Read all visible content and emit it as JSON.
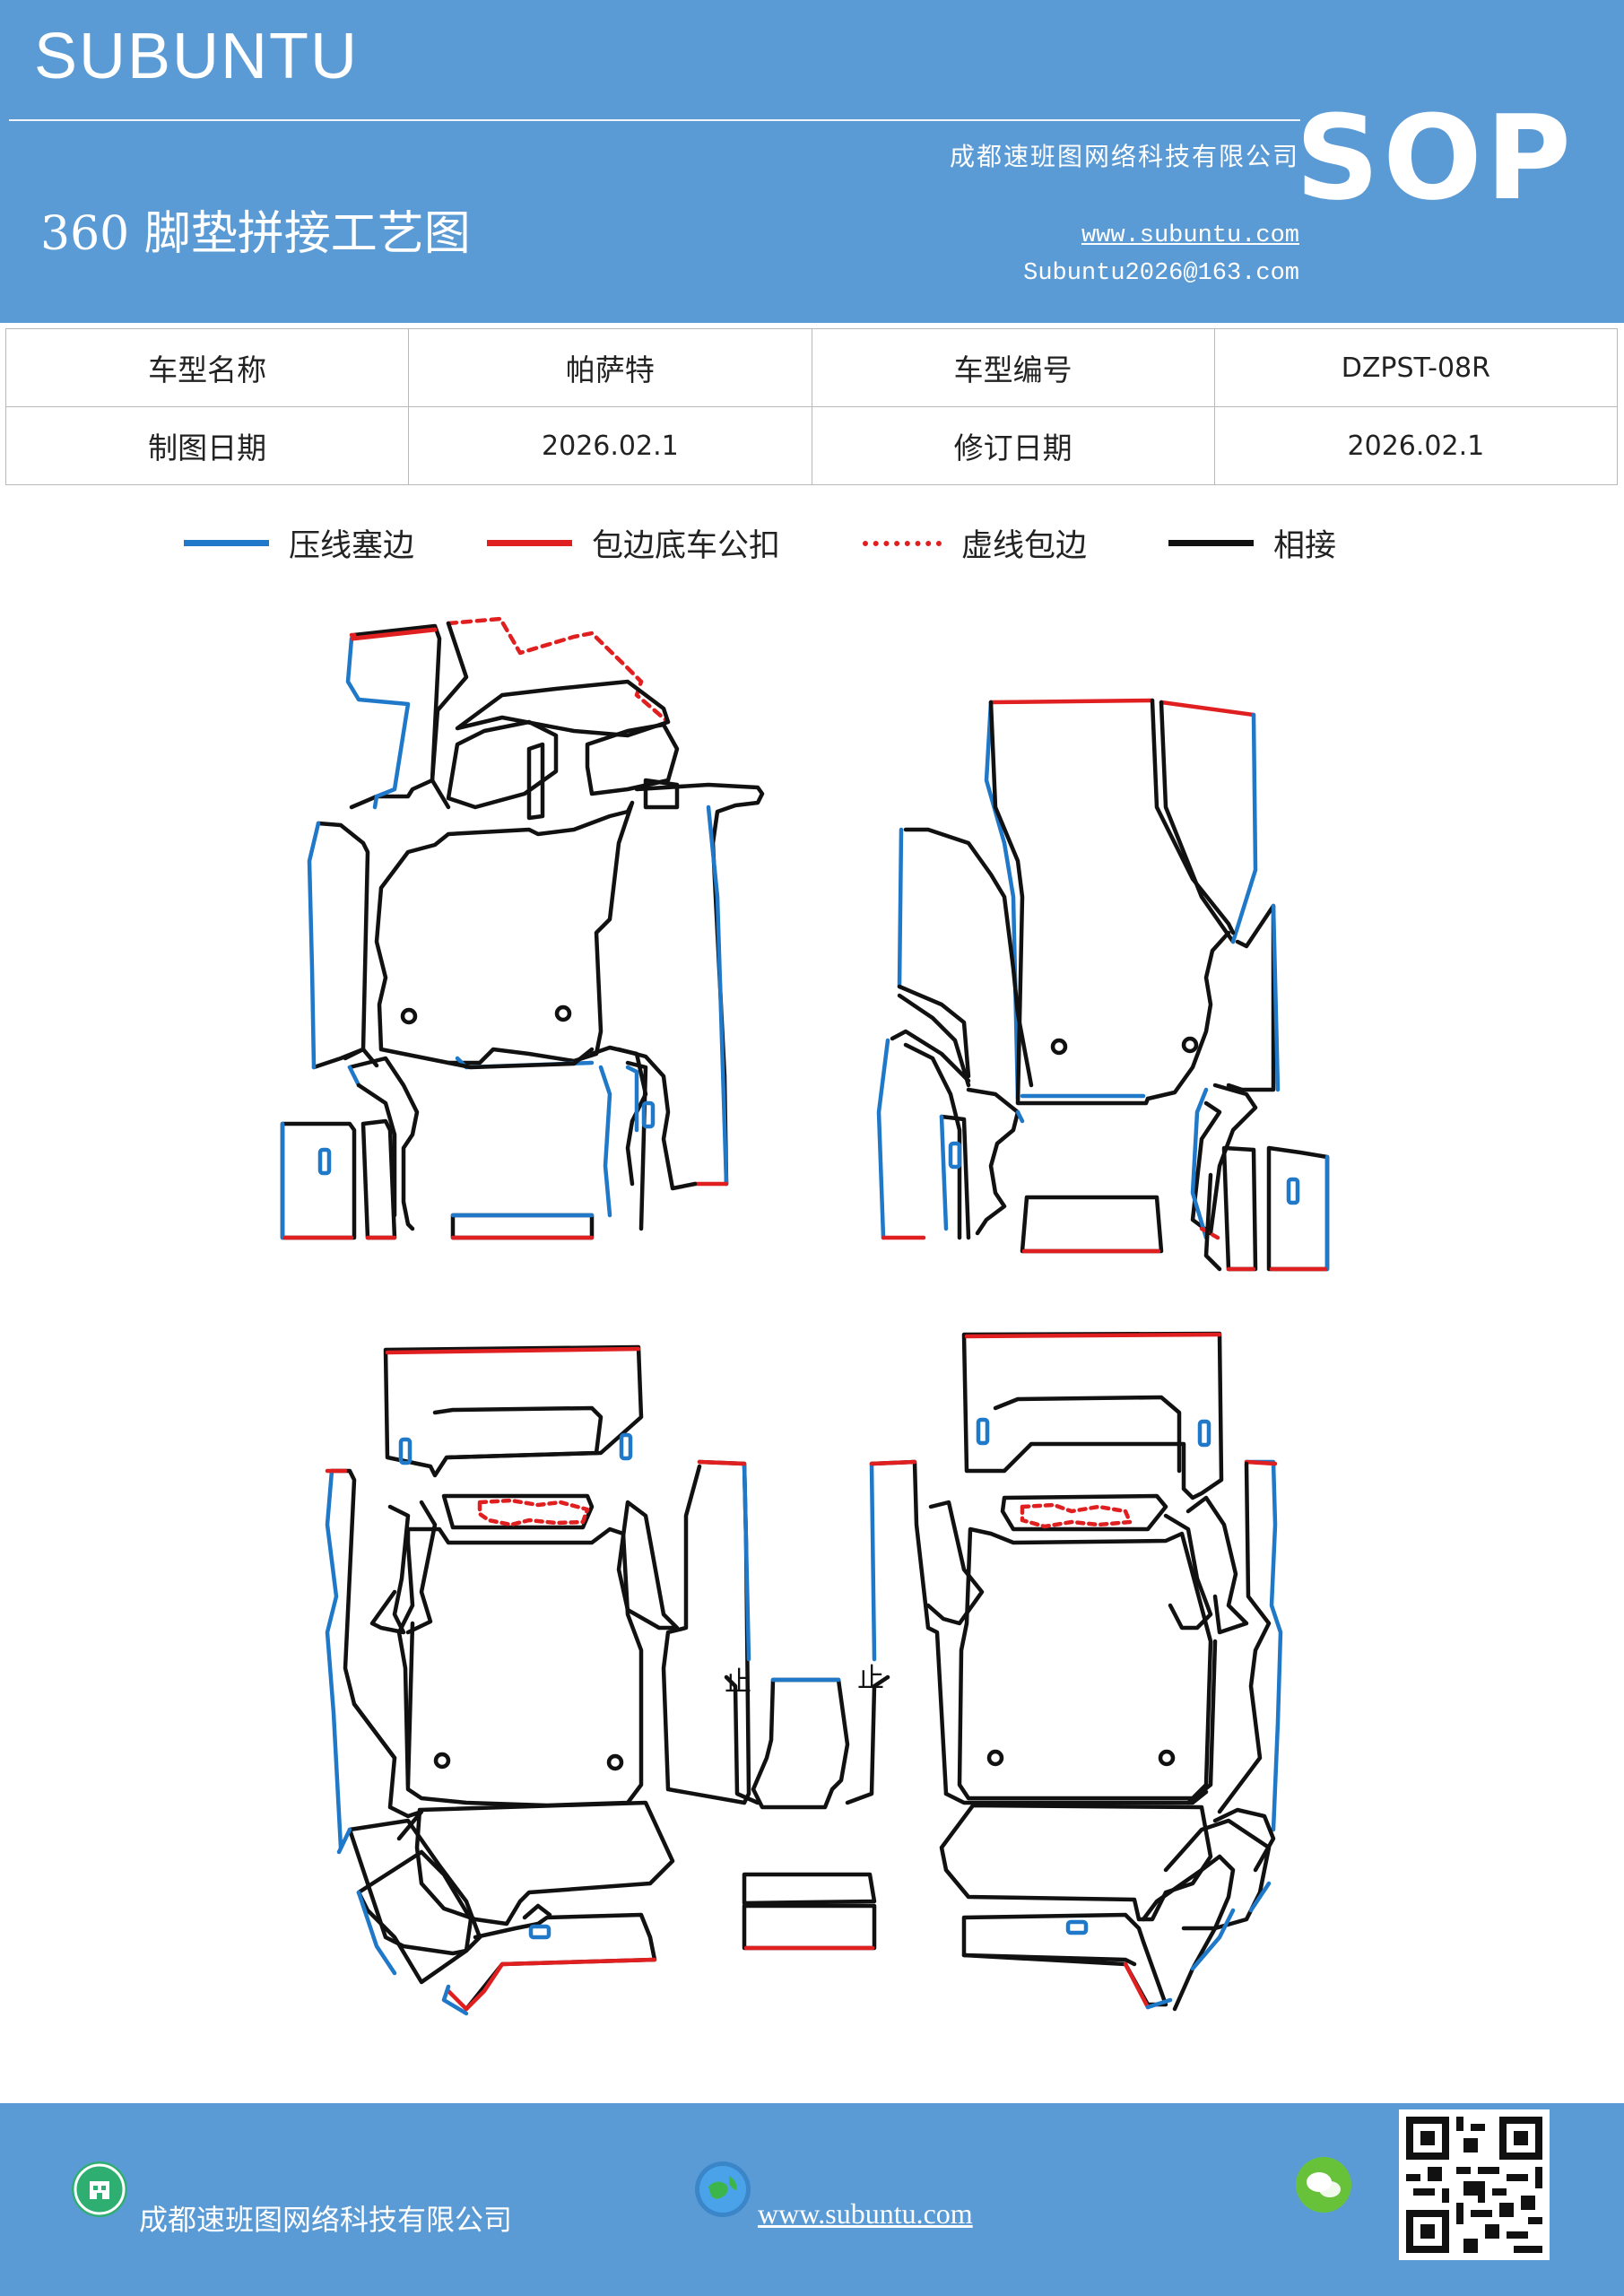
{
  "header": {
    "brand": "SUBUNTU",
    "title": "360 脚垫拼接工艺图",
    "doc_type": "SOP",
    "company": "成都速班图网络科技有限公司",
    "website": "www.subuntu.com",
    "email": "Subuntu2026@163.com"
  },
  "info_table": {
    "row1": [
      "车型名称",
      "帕萨特",
      "车型编号",
      "DZPST-08R"
    ],
    "row2": [
      "制图日期",
      "2026.02.1",
      "修订日期",
      "2026.02.1"
    ]
  },
  "legend": [
    {
      "label": "压线塞边",
      "color": "#1f78c8",
      "style": "solid"
    },
    {
      "label": "包边底车公扣",
      "color": "#e02020",
      "style": "solid"
    },
    {
      "label": "虚线包边",
      "color": "#e02020",
      "style": "dashed"
    },
    {
      "label": "相接",
      "color": "#111111",
      "style": "solid"
    }
  ],
  "diagram_labels": {
    "stop_left": "止",
    "stop_right": "止"
  },
  "footer": {
    "company": "成都速班图网络科技有限公司",
    "website": "www.subuntu.com",
    "icons": [
      "building-icon",
      "globe-icon",
      "wechat-icon"
    ]
  },
  "colors": {
    "header_bg": "#5b9bd5",
    "blue": "#1f78c8",
    "red": "#e02020",
    "black": "#111111"
  }
}
